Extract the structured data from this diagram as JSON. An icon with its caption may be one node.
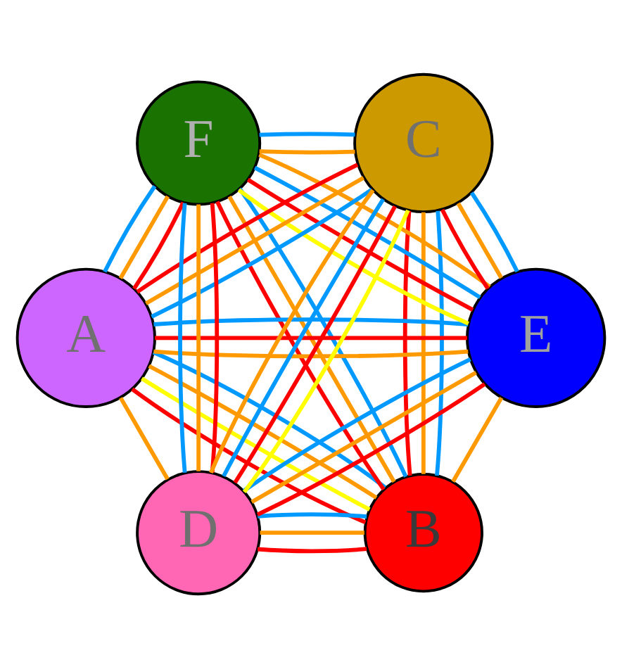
{
  "diagram": {
    "nodes": [
      {
        "text": [
          "B"
        ]
      },
      {
        "text": [
          "E"
        ]
      },
      {
        "text": [
          "A"
        ]
      },
      {
        "text": [
          "F"
        ]
      },
      {
        "text": [
          "C"
        ]
      },
      {
        "text": [
          "D"
        ]
      }
    ],
    "edges": [
      {
        "from": 0,
        "to": 2,
        "arrow": "none",
        "color": "#ff0000"
      },
      {
        "from": 0,
        "to": 2,
        "arrow": "none",
        "color": "#0099ff"
      },
      {
        "from": 0,
        "to": 2,
        "arrow": "none",
        "color": "#ff9900"
      },
      {
        "from": 0,
        "to": 2,
        "arrow": "none",
        "color": "#ffff00"
      },
      {
        "from": 1,
        "to": 3,
        "arrow": "none",
        "color": "#ffff00"
      },
      {
        "from": 1,
        "to": 3,
        "arrow": "none",
        "color": "#ff9900"
      },
      {
        "from": 1,
        "to": 3,
        "arrow": "none",
        "color": "#0099ff"
      },
      {
        "from": 1,
        "to": 3,
        "arrow": "none",
        "color": "#ff0000"
      },
      {
        "from": 4,
        "to": 5,
        "arrow": "none",
        "color": "#ffff00"
      },
      {
        "from": 4,
        "to": 5,
        "arrow": "none",
        "color": "#ff9900"
      },
      {
        "from": 4,
        "to": 5,
        "arrow": "none",
        "color": "#0099ff"
      },
      {
        "from": 4,
        "to": 5,
        "arrow": "none",
        "color": "#ff0000"
      },
      {
        "from": 2,
        "to": 4,
        "arrow": "none",
        "color": "#ff0000"
      },
      {
        "from": 2,
        "to": 4,
        "arrow": "none",
        "color": "#0099ff"
      },
      {
        "from": 2,
        "to": 4,
        "arrow": "none",
        "color": "#ff9900"
      },
      {
        "from": 1,
        "to": 2,
        "arrow": "none",
        "color": "#ff9900"
      },
      {
        "from": 1,
        "to": 2,
        "arrow": "none",
        "color": "#0099ff"
      },
      {
        "from": 1,
        "to": 2,
        "arrow": "none",
        "color": "#ff0000"
      },
      {
        "from": 0,
        "to": 1,
        "arrow": "none",
        "color": "#ff9900"
      },
      {
        "from": 0,
        "to": 5,
        "arrow": "none",
        "color": "#ff0000"
      },
      {
        "from": 0,
        "to": 5,
        "arrow": "none",
        "color": "#0099ff"
      },
      {
        "from": 0,
        "to": 5,
        "arrow": "none",
        "color": "#ff9900"
      },
      {
        "from": 0,
        "to": 3,
        "arrow": "none",
        "color": "#ff0000"
      },
      {
        "from": 0,
        "to": 3,
        "arrow": "none",
        "color": "#0099ff"
      },
      {
        "from": 0,
        "to": 3,
        "arrow": "none",
        "color": "#ff9900"
      },
      {
        "from": 0,
        "to": 4,
        "arrow": "none",
        "color": "#ff0000"
      },
      {
        "from": 0,
        "to": 4,
        "arrow": "none",
        "color": "#0099ff"
      },
      {
        "from": 0,
        "to": 4,
        "arrow": "none",
        "color": "#ff9900"
      },
      {
        "from": 1,
        "to": 4,
        "arrow": "none",
        "color": "#ff0000"
      },
      {
        "from": 1,
        "to": 4,
        "arrow": "none",
        "color": "#0099ff"
      },
      {
        "from": 1,
        "to": 4,
        "arrow": "none",
        "color": "#ff9900"
      },
      {
        "from": 1,
        "to": 5,
        "arrow": "none",
        "color": "#ff0000"
      },
      {
        "from": 1,
        "to": 5,
        "arrow": "none",
        "color": "#0099ff"
      },
      {
        "from": 1,
        "to": 5,
        "arrow": "none",
        "color": "#ff9900"
      },
      {
        "from": 3,
        "to": 4,
        "arrow": "none",
        "color": "#0099ff"
      },
      {
        "from": 3,
        "to": 4,
        "arrow": "none",
        "color": "#ff9900"
      },
      {
        "from": 3,
        "to": 5,
        "arrow": "none",
        "color": "#ff0000"
      },
      {
        "from": 3,
        "to": 5,
        "arrow": "none",
        "color": "#0099ff"
      },
      {
        "from": 3,
        "to": 5,
        "arrow": "none",
        "color": "#ff9900"
      },
      {
        "from": 3,
        "to": 2,
        "arrow": "none",
        "color": "#ff0000"
      },
      {
        "from": 3,
        "to": 2,
        "arrow": "none",
        "color": "#0099ff"
      },
      {
        "from": 3,
        "to": 2,
        "arrow": "none",
        "color": "#ff9900"
      },
      {
        "from": 2,
        "to": 5,
        "arrow": "none",
        "color": "#ff9900"
      }
    ]
  }
}
